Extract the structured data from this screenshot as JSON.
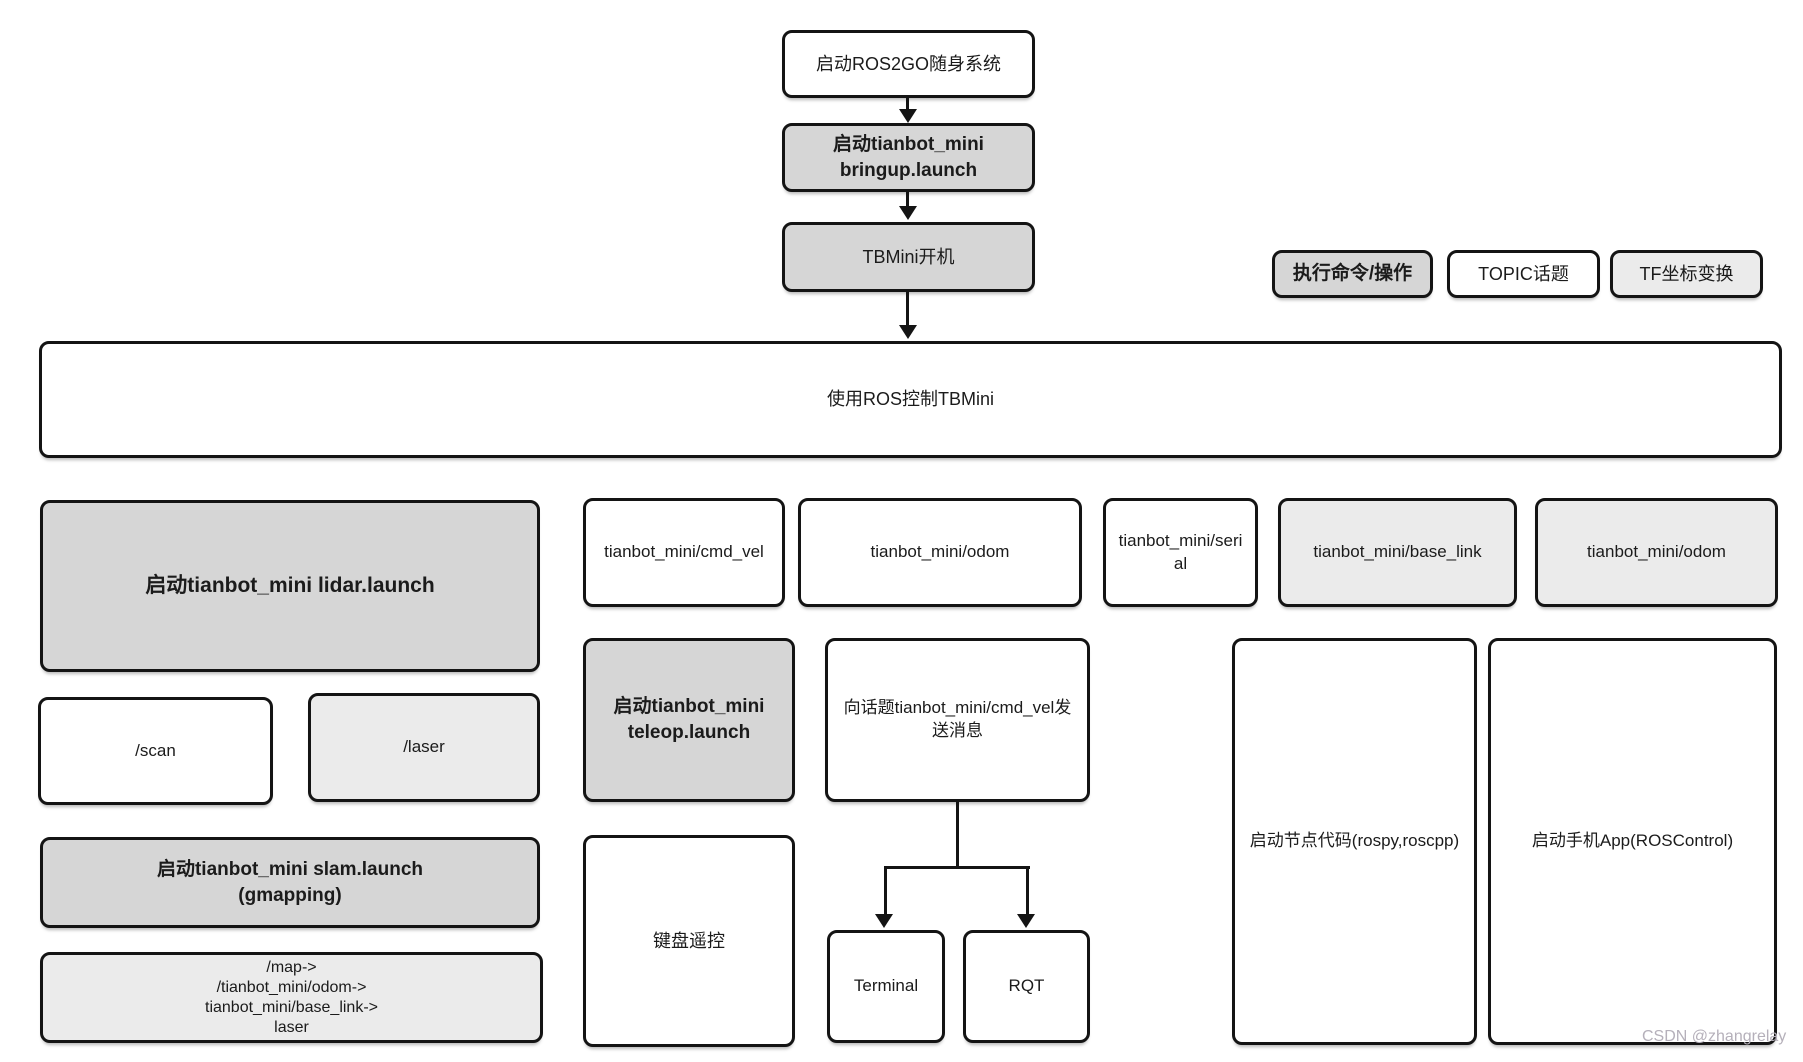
{
  "diagram": {
    "title_flow": "ROS TBMini flow diagram",
    "colors": {
      "command_fill": "#d6d6d6",
      "topic_fill": "#ffffff",
      "tf_fill": "#ebebeb",
      "border": "#141414",
      "background": "#ffffff",
      "watermark": "#b5b0ba"
    },
    "legend": [
      {
        "label": "执行命令/操作",
        "type": "command"
      },
      {
        "label": "TOPIC话题",
        "type": "topic"
      },
      {
        "label": "TF坐标变换",
        "type": "tf"
      }
    ],
    "nodes": {
      "start": {
        "label": "启动ROS2GO随身系统",
        "type": "topic"
      },
      "bringup": {
        "label": "启动tianbot_mini\nbringup.launch",
        "type": "command"
      },
      "tbmini_on": {
        "label": "TBMini开机",
        "type": "command"
      },
      "ros_control": {
        "label": "使用ROS控制TBMini",
        "type": "topic"
      },
      "lidar_launch": {
        "label": "启动tianbot_mini lidar.launch",
        "type": "command"
      },
      "cmd_vel": {
        "label": "tianbot_mini/cmd_vel",
        "type": "topic"
      },
      "odom": {
        "label": "tianbot_mini/odom",
        "type": "topic"
      },
      "serial": {
        "label": "tianbot_mini/serial",
        "type": "topic"
      },
      "base_link": {
        "label": "tianbot_mini/base_link",
        "type": "tf"
      },
      "odom_tf": {
        "label": "tianbot_mini/odom",
        "type": "tf"
      },
      "scan": {
        "label": "/scan",
        "type": "topic"
      },
      "laser": {
        "label": "/laser",
        "type": "tf"
      },
      "teleop_launch": {
        "label": "启动tianbot_mini\nteleop.launch",
        "type": "command"
      },
      "publish_cmd_vel": {
        "label": "向话题tianbot_mini/cmd_vel发送消息",
        "type": "topic"
      },
      "slam_launch": {
        "label": "启动tianbot_mini slam.launch\n(gmapping)",
        "type": "command"
      },
      "tf_chain": {
        "label": "/map->\n/tianbot_mini/odom->\ntianbot_mini/base_link->\nlaser",
        "type": "tf"
      },
      "keyboard": {
        "label": "键盘遥控",
        "type": "topic"
      },
      "terminal": {
        "label": "Terminal",
        "type": "topic"
      },
      "rqt": {
        "label": "RQT",
        "type": "topic"
      },
      "node_code": {
        "label": "启动节点代码(rospy,roscpp)",
        "type": "topic"
      },
      "phone_app": {
        "label": "启动手机App(ROSControl)",
        "type": "topic"
      }
    },
    "watermark": "CSDN @zhangrelay"
  }
}
